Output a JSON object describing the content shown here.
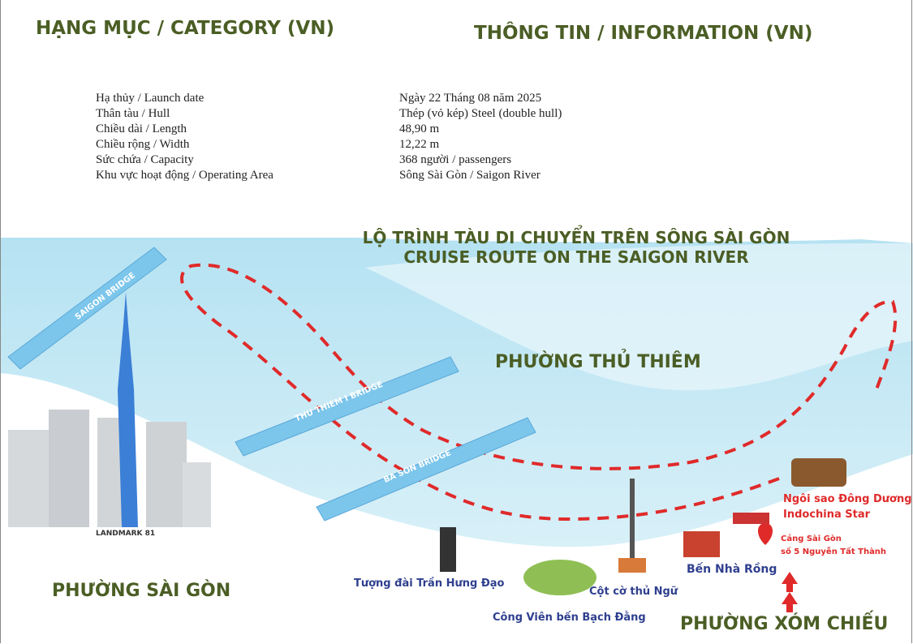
{
  "headers": {
    "category": "HẠNG MỤC / CATEGORY (VN)",
    "information": "THÔNG TIN / INFORMATION (VN)"
  },
  "specs": [
    {
      "label": "Hạ thủy / Launch date",
      "value": "Ngày 22 Tháng 08 năm 2025"
    },
    {
      "label": "Thân tàu / Hull",
      "value": "Thép (vỏ kép) Steel (double hull)"
    },
    {
      "label": "Chiều dài / Length",
      "value": "48,90 m"
    },
    {
      "label": "Chiều rộng / Width",
      "value": "12,22 m"
    },
    {
      "label": "Sức chứa / Capacity",
      "value": "368 người / passengers"
    },
    {
      "label": "Khu vực hoạt động / Operating Area",
      "value": "Sông Sài Gòn / Saigon River"
    }
  ],
  "route_title": {
    "vn": "LỘ TRÌNH TÀU DI CHUYỂN TRÊN SÔNG SÀI GÒN",
    "en": "CRUISE ROUTE ON THE SAIGON RIVER"
  },
  "districts": {
    "thu_thiem": "PHƯỜNG THỦ THIÊM",
    "sai_gon": "PHƯỜNG SÀI GÒN",
    "xom_chieu": "PHƯỜNG XÓM CHIẾU"
  },
  "bridges": {
    "saigon": "SAIGON BRIDGE",
    "thu_thiem": "THU THIEM I BRIDGE",
    "ba_son": "BA SON BRIDGE"
  },
  "landmarks": {
    "landmark81": "LANDMARK 81",
    "tran_hung_dao": "Tượng đài Trần Hưng Đạo",
    "bach_dang": "Công Viên bến Bạch Đằng",
    "cot_co": "Cột cờ thủ Ngữ",
    "nha_rong": "Bến Nhà Rồng"
  },
  "ship": {
    "vn": "Ngôi sao Đông Dương",
    "en": "Indochina  Star"
  },
  "port": {
    "name": "Cảng Sài Gòn",
    "address": "số 5 Nguyễn Tất Thành"
  },
  "colors": {
    "heading": "#4b5e25",
    "route": "#e02a2a",
    "river": "#bfe6f3",
    "landmark_text": "#2f3f8f"
  }
}
